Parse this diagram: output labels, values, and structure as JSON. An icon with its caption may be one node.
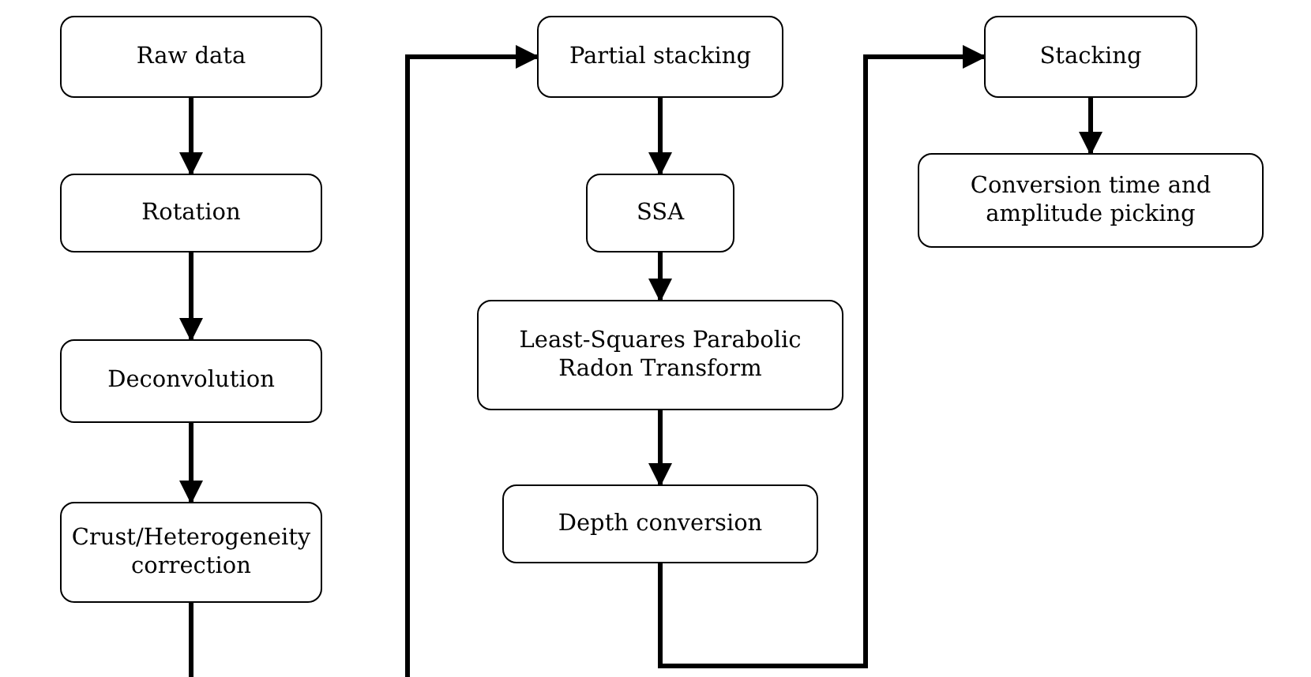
{
  "diagram": {
    "nodes": [
      {
        "text": [
          "Raw data"
        ]
      },
      {
        "text": [
          "Rotation"
        ]
      },
      {
        "text": [
          "Deconvolution"
        ]
      },
      {
        "text": [
          "Crust/Heterogeneity correction"
        ]
      },
      {
        "text": [
          "Partial stacking"
        ]
      },
      {
        "text": [
          "SSA"
        ]
      },
      {
        "text": [
          "Least-Squares Parabolic Radon Transform"
        ]
      },
      {
        "text": [
          "Depth conversion"
        ]
      },
      {
        "text": [
          "Stacking"
        ]
      },
      {
        "text": [
          "Conversion time and amplitude picking"
        ]
      }
    ],
    "edges": [
      {
        "from": 0,
        "to": 1,
        "arrow": "to"
      },
      {
        "from": 1,
        "to": 2,
        "arrow": "to"
      },
      {
        "from": 2,
        "to": 3,
        "arrow": "to"
      },
      {
        "from": 3,
        "to": null,
        "arrow": "none"
      },
      {
        "from": null,
        "to": 4,
        "arrow": "to"
      },
      {
        "from": 4,
        "to": 5,
        "arrow": "to"
      },
      {
        "from": 5,
        "to": 6,
        "arrow": "to"
      },
      {
        "from": 6,
        "to": 7,
        "arrow": "to"
      },
      {
        "from": 7,
        "to": 8,
        "arrow": "to"
      },
      {
        "from": 8,
        "to": 9,
        "arrow": "to"
      }
    ]
  }
}
